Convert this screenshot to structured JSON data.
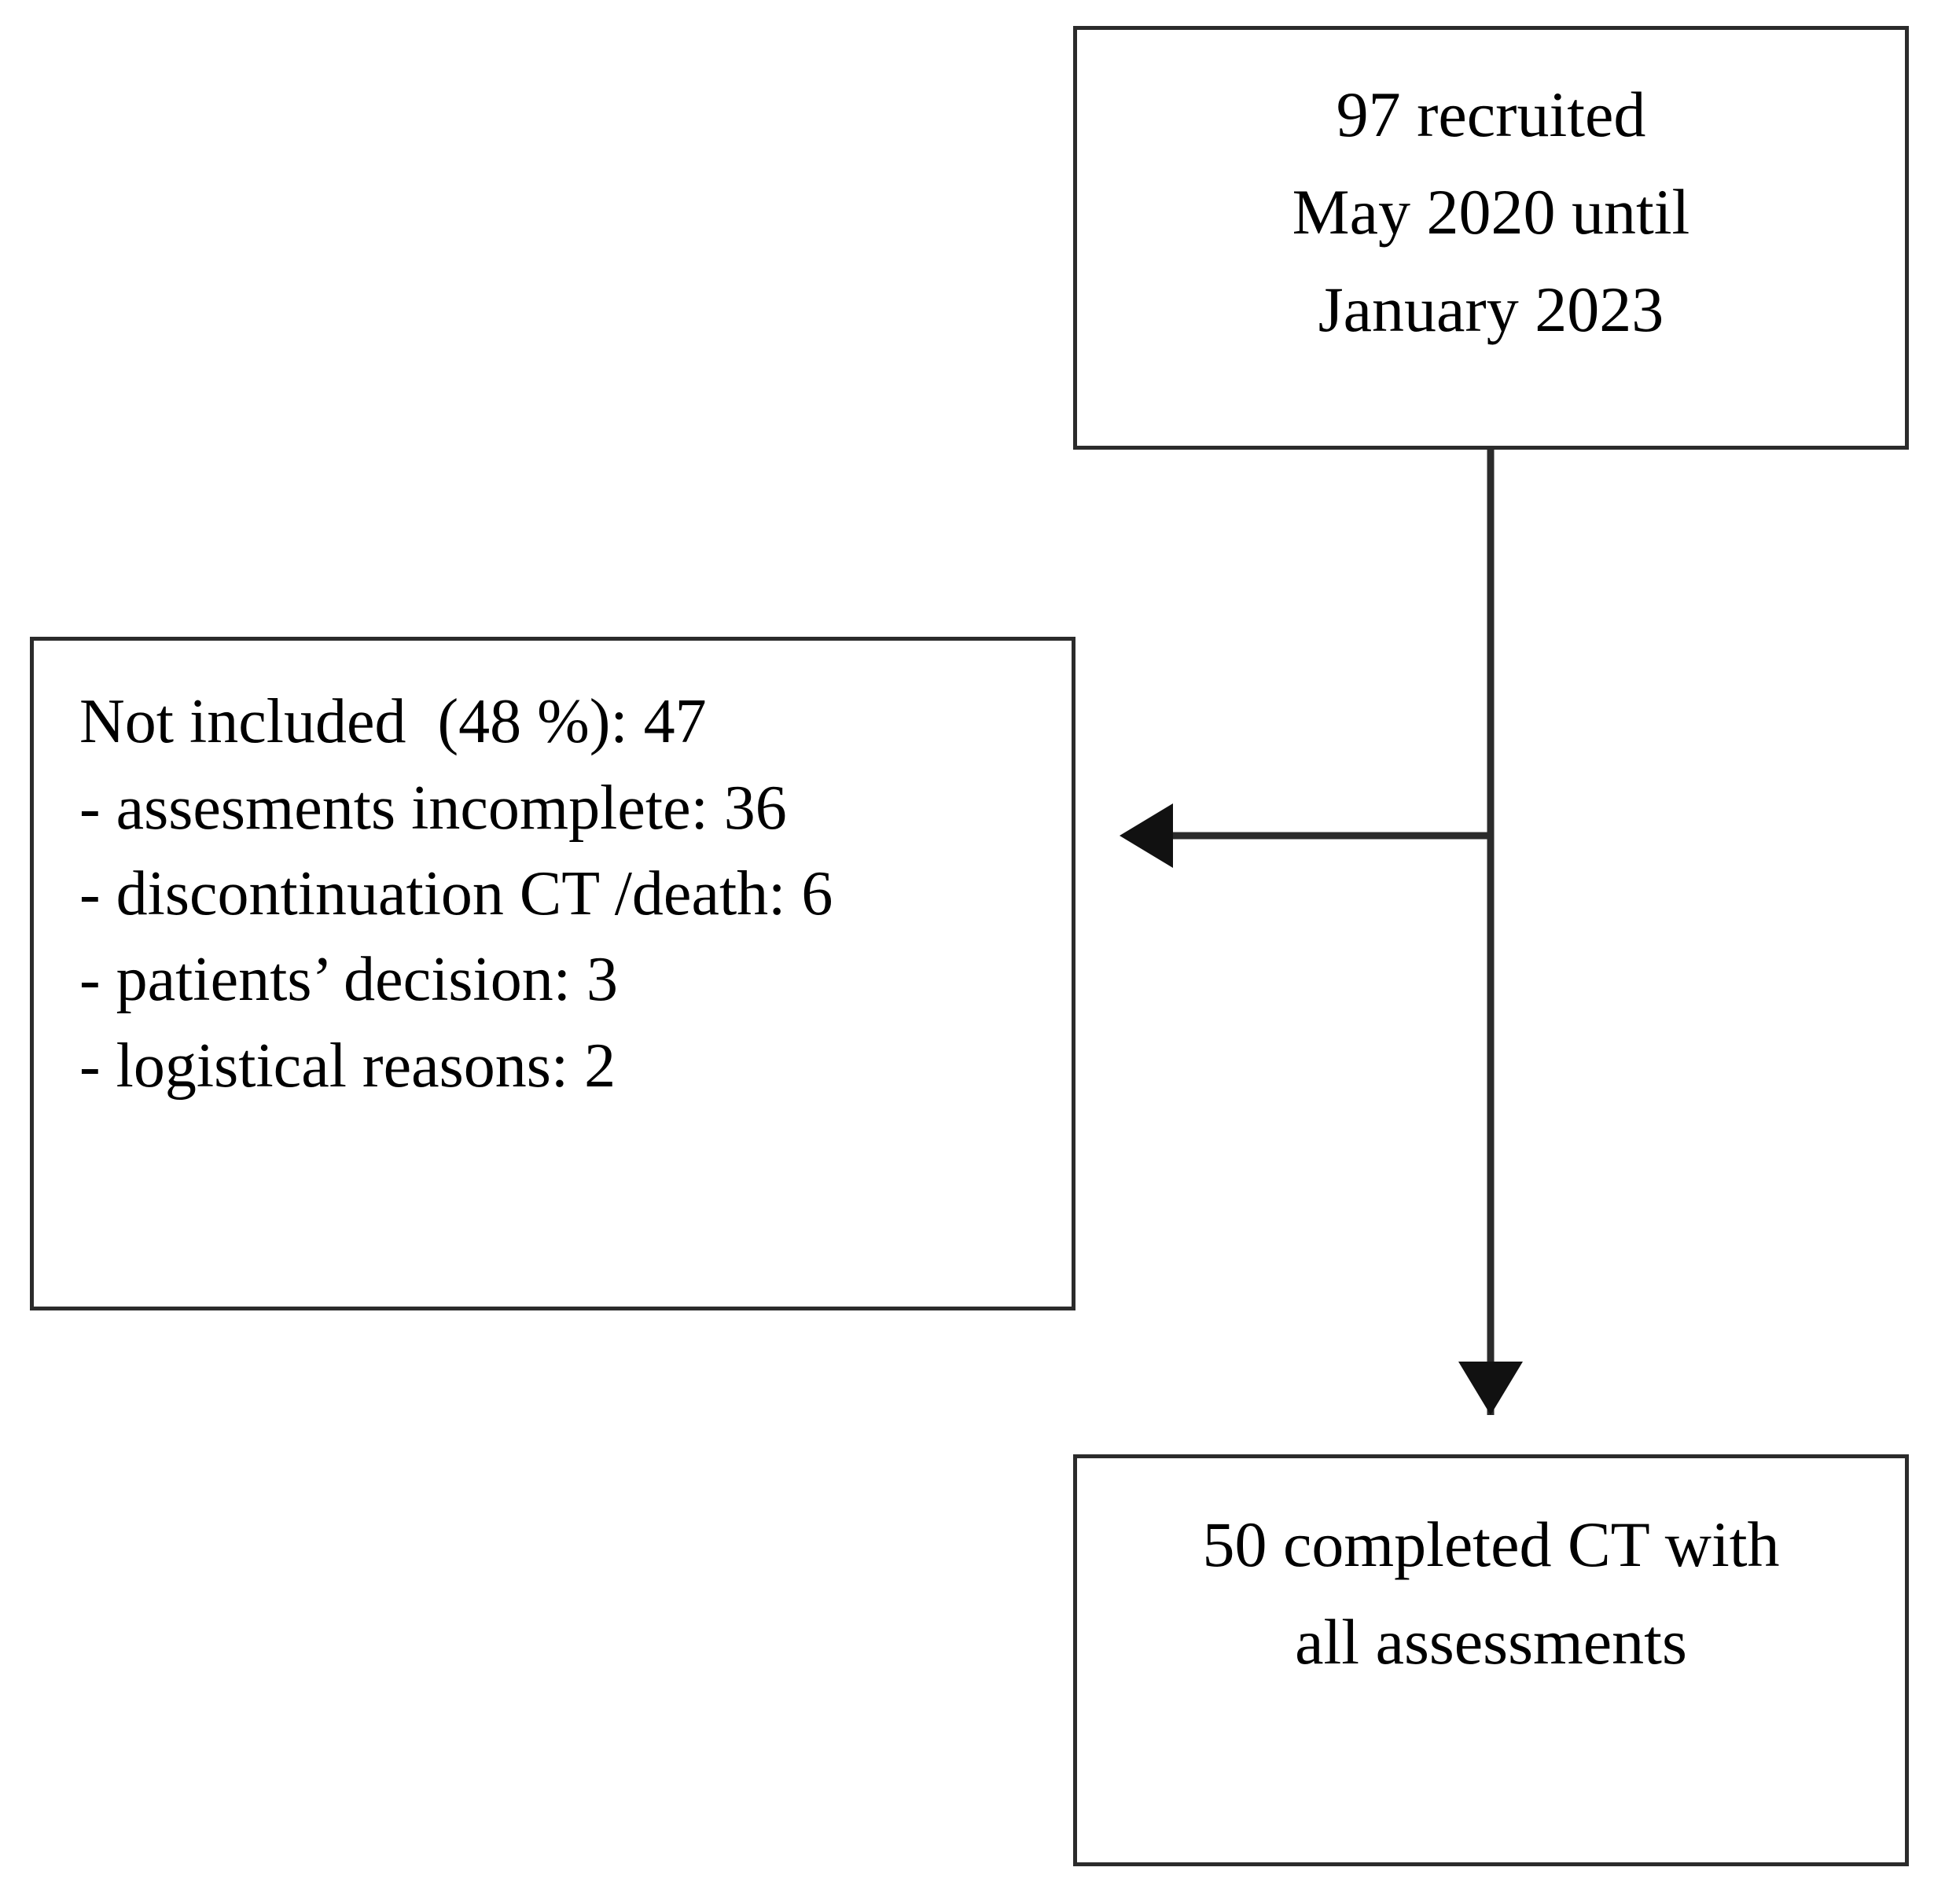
{
  "figure": {
    "type": "flow-diagram",
    "title_text": "",
    "background_color": "#ffffff",
    "line_color": "#2b2b2b",
    "text_color": "#000000"
  },
  "nodes": {
    "recruited": {
      "name": "recruited-box",
      "lines": [
        "97 recruited",
        "May 2020 until",
        "January 2023"
      ]
    },
    "not_included": {
      "name": "not-included-box",
      "lines": [
        "Not included  (48 %): 47",
        "- assesments incomplete: 36",
        "- discontinuation CT /death: 6",
        "- patients’ decision: 3",
        "- logistical reasons: 2"
      ]
    },
    "completed": {
      "name": "completed-box",
      "lines": [
        "50 completed CT with",
        "all assessments"
      ]
    }
  },
  "connectors": [
    {
      "name": "recruited-to-branch",
      "from": "recruited",
      "to": "branch-point",
      "orientation": "vertical",
      "arrowhead": false
    },
    {
      "name": "branch-to-not-included",
      "from": "branch-point",
      "to": "not_included",
      "orientation": "horizontal-left",
      "arrowhead": true
    },
    {
      "name": "branch-to-completed",
      "from": "branch-point",
      "to": "completed",
      "orientation": "vertical-down",
      "arrowhead": true
    }
  ],
  "chart_data": {
    "type": "flowchart",
    "title": "Participant flow",
    "nodes": [
      {
        "id": "recruited",
        "label": "97 recruited May 2020 until January 2023",
        "value": 97,
        "period_start": "May 2020",
        "period_end": "January 2023"
      },
      {
        "id": "not_included",
        "label": "Not included  (48 %): 47",
        "value": 47,
        "percent": 48,
        "reasons": [
          {
            "label": "assesments incomplete",
            "value": 36
          },
          {
            "label": "discontinuation CT /death",
            "value": 6
          },
          {
            "label": "patients’ decision",
            "value": 3
          },
          {
            "label": "logistical reasons",
            "value": 2
          }
        ]
      },
      {
        "id": "completed",
        "label": "50 completed CT with all assessments",
        "value": 50
      }
    ],
    "edges": [
      {
        "from": "recruited",
        "to": "not_included"
      },
      {
        "from": "recruited",
        "to": "completed"
      }
    ]
  }
}
